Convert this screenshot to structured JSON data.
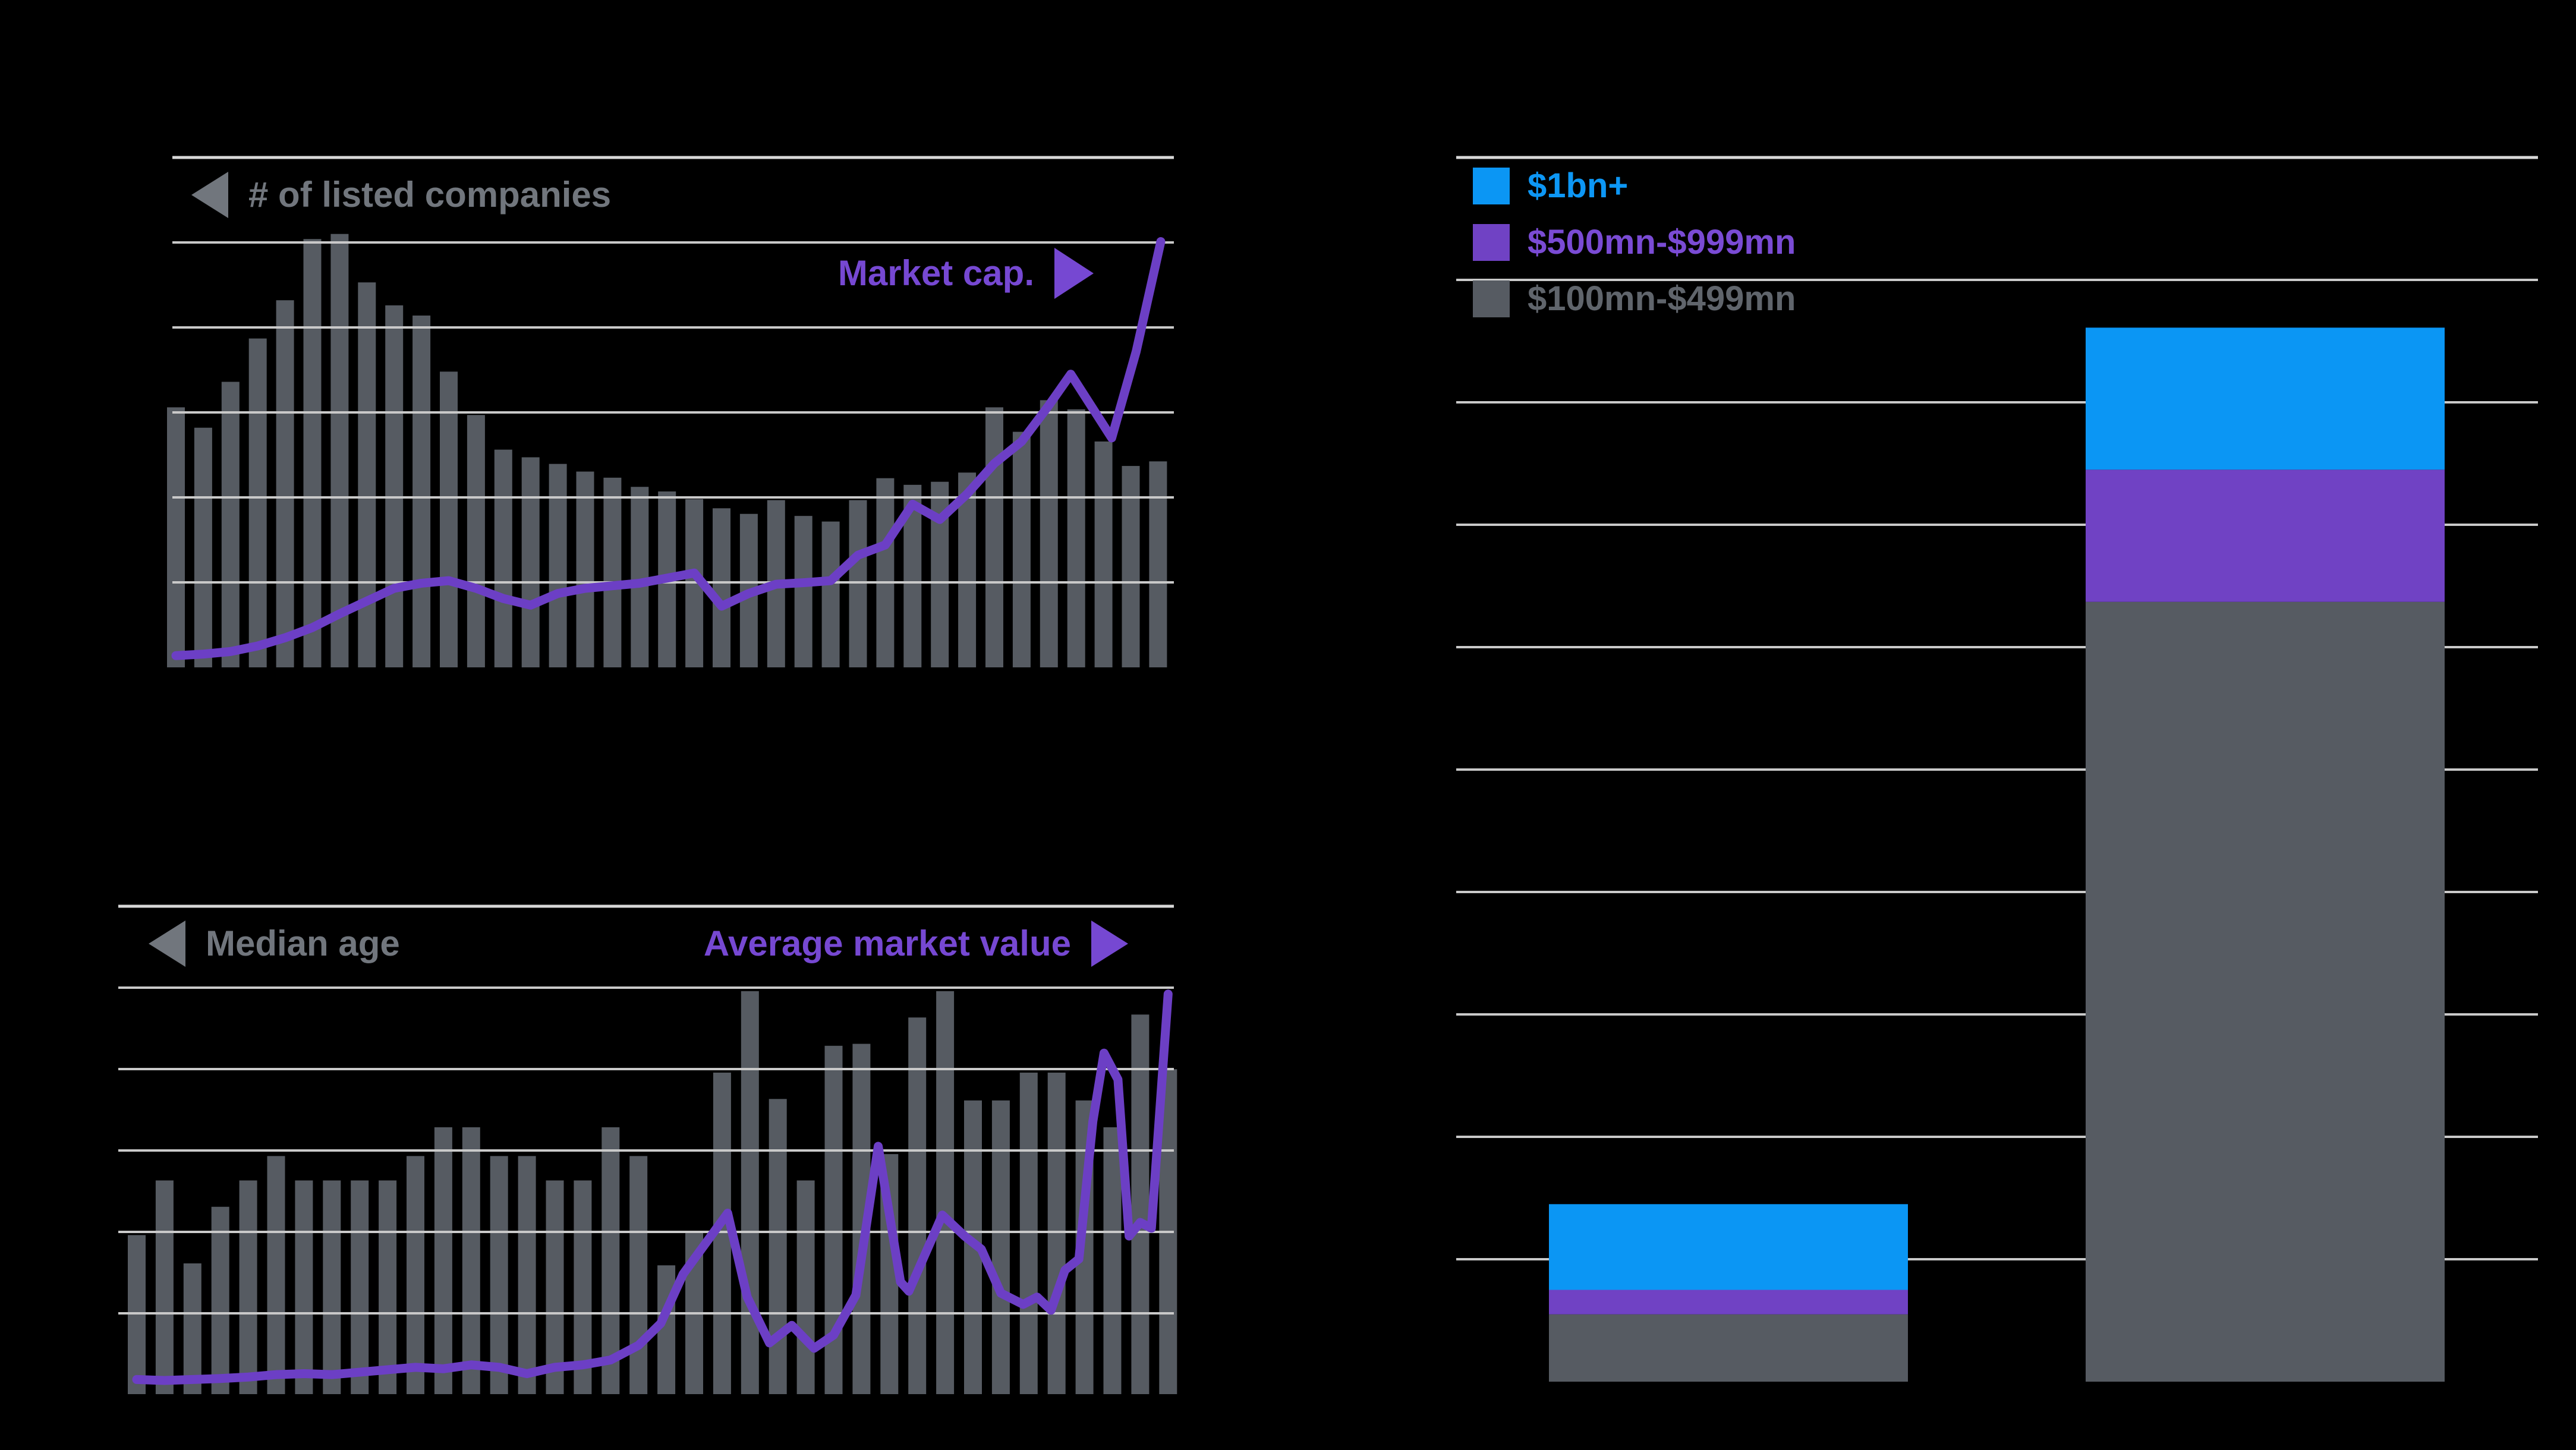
{
  "figure": {
    "background": "#000000",
    "description": "Dark financial chart panel with two bar-plus-line combo charts on the left and one stacked column chart on the right; no axis tick labels are visible in the image."
  },
  "colors": {
    "background": "#000000",
    "bar_gray": "#565b62",
    "line_purple": "#6c3fc5",
    "label_purple": "#7648d2",
    "label_gray": "#71767d",
    "gridline": "#c9c9c9",
    "gridline_top": "#d8d8d8",
    "blue": "#0b96f4",
    "segment_purple": "#7042c4"
  },
  "labels": {
    "top_bar_series": "# of listed companies",
    "top_line_series": "Market cap.",
    "bottom_bar_series": "Median age",
    "bottom_line_series": "Average market value"
  },
  "legend": {
    "items": [
      {
        "label": "$1bn+",
        "swatch_color": "#0b96f4",
        "text_color": "#0d97f5"
      },
      {
        "label": "$500mn-$999mn",
        "swatch_color": "#7042c4",
        "text_color": "#7a4bd4"
      },
      {
        "label": "$100mn-$499mn",
        "swatch_color": "#565b62",
        "text_color": "#60656c"
      }
    ]
  },
  "chart_data": [
    {
      "id": "listed-companies-vs-market-cap",
      "type": "bar",
      "subtype": "bar+line combo",
      "title": "",
      "x_axis": {
        "tick_labels_visible": false,
        "n_bars": 37
      },
      "y_axis": {
        "tick_labels_visible": false,
        "gridlines_visible": 6,
        "units": "percent of plot height (axis unlabeled in image)"
      },
      "bar_series": {
        "name": "# of listed companies",
        "color": "#565b62",
        "values_pct": [
          51,
          47,
          56,
          64.5,
          72,
          84,
          85,
          75.5,
          71,
          69,
          58,
          49.5,
          42.7,
          41.2,
          39.9,
          38.4,
          37.2,
          35.4,
          34.5,
          33,
          31.2,
          30.1,
          32.8,
          29.7,
          28.6,
          32.8,
          37.1,
          35.8,
          36.4,
          38.2,
          51,
          46.2,
          52.4,
          50.6,
          44.3,
          39.5,
          40.4
        ]
      },
      "line_series": {
        "name": "Market cap.",
        "color": "#6c3fc5",
        "points_bar_index_vs_pct": [
          [
            1,
            2.3
          ],
          [
            2,
            2.6
          ],
          [
            3,
            3.1
          ],
          [
            4,
            4.2
          ],
          [
            5,
            5.8
          ],
          [
            6,
            7.8
          ],
          [
            7,
            10.5
          ],
          [
            8,
            13
          ],
          [
            9,
            15.5
          ],
          [
            10,
            16.5
          ],
          [
            11,
            17
          ],
          [
            12,
            15.5
          ],
          [
            13,
            13.5
          ],
          [
            14,
            12.2
          ],
          [
            15,
            14.5
          ],
          [
            16,
            15.5
          ],
          [
            17,
            16
          ],
          [
            18,
            16.5
          ],
          [
            19,
            17.5
          ],
          [
            20,
            18.5
          ],
          [
            21,
            12
          ],
          [
            22,
            14.5
          ],
          [
            23,
            16.3
          ],
          [
            24,
            16.6
          ],
          [
            25,
            17
          ],
          [
            26,
            22
          ],
          [
            27,
            24
          ],
          [
            28,
            32
          ],
          [
            29,
            29
          ],
          [
            30,
            34
          ],
          [
            31,
            40
          ],
          [
            32,
            44.3
          ],
          [
            33,
            51.4
          ],
          [
            33.8,
            57.5
          ],
          [
            35.3,
            45
          ],
          [
            36.2,
            62
          ],
          [
            37.1,
            83.5
          ]
        ]
      }
    },
    {
      "id": "median-age-vs-average-market-value",
      "type": "bar",
      "subtype": "bar+line combo",
      "title": "",
      "x_axis": {
        "tick_labels_visible": false,
        "n_bars": 38
      },
      "y_axis": {
        "tick_labels_visible": false,
        "gridlines_visible": 6,
        "units": "percent of plot height (axis unlabeled in image)"
      },
      "bar_series": {
        "name": "Median age",
        "color": "#565b62",
        "values_pct": [
          32.6,
          43.8,
          26.8,
          38.4,
          43.8,
          48.8,
          43.8,
          43.8,
          43.8,
          43.8,
          48.8,
          54.7,
          54.7,
          48.8,
          48.8,
          43.8,
          43.8,
          54.7,
          48.8,
          26.4,
          33,
          65.9,
          82.6,
          60.5,
          43.8,
          71.4,
          71.8,
          49.2,
          77.2,
          82.6,
          60.2,
          60.2,
          65.9,
          65.9,
          60.2,
          54.7,
          77.8,
          66.6
        ]
      },
      "line_series": {
        "name": "Average market value",
        "color": "#6c3fc5",
        "points_bar_index_vs_pct": [
          [
            1,
            3
          ],
          [
            2,
            2.8
          ],
          [
            3,
            3
          ],
          [
            4,
            3.2
          ],
          [
            5,
            3.5
          ],
          [
            6,
            4
          ],
          [
            7,
            4.2
          ],
          [
            8,
            4
          ],
          [
            9,
            4.5
          ],
          [
            10,
            5
          ],
          [
            11,
            5.5
          ],
          [
            12,
            5.2
          ],
          [
            13,
            6
          ],
          [
            14,
            5.5
          ],
          [
            15,
            4.2
          ],
          [
            16,
            5.5
          ],
          [
            17,
            6
          ],
          [
            18,
            7
          ],
          [
            19,
            10
          ],
          [
            19.8,
            14.5
          ],
          [
            20.6,
            24.6
          ],
          [
            22.2,
            37.1
          ],
          [
            22.9,
            19.9
          ],
          [
            23.7,
            10.5
          ],
          [
            24.5,
            14.1
          ],
          [
            25.3,
            9.4
          ],
          [
            26,
            12.1
          ],
          [
            26.8,
            20.3
          ],
          [
            27.6,
            50.8
          ],
          [
            28.4,
            23
          ],
          [
            28.7,
            21.1
          ],
          [
            29.9,
            36.7
          ],
          [
            30.7,
            32.4
          ],
          [
            31.3,
            29.7
          ],
          [
            32,
            20.7
          ],
          [
            32.8,
            18.4
          ],
          [
            33.3,
            19.9
          ],
          [
            33.8,
            17.2
          ],
          [
            34.3,
            25.4
          ],
          [
            34.8,
            27.7
          ],
          [
            35.3,
            55.9
          ],
          [
            35.7,
            69.9
          ],
          [
            36.2,
            64.5
          ],
          [
            36.6,
            32.4
          ],
          [
            37,
            35.2
          ],
          [
            37.4,
            34
          ],
          [
            38,
            82
          ]
        ]
      }
    },
    {
      "id": "market-value-distribution-stacked",
      "type": "bar",
      "subtype": "stacked columns",
      "title": "",
      "categories": [
        "",
        ""
      ],
      "x_axis": {
        "tick_labels_visible": false,
        "n_bars": 2
      },
      "y_axis": {
        "tick_labels_visible": false,
        "gridlines_visible": 10,
        "units": "percent of plot height (axis unlabeled in image)"
      },
      "series": [
        {
          "name": "$100mn-$499mn",
          "color": "#565b62",
          "values_pct": [
            5.5,
            63.7
          ]
        },
        {
          "name": "$500mn-$999mn",
          "color": "#7042c4",
          "values_pct": [
            2.0,
            10.8
          ]
        },
        {
          "name": "$1bn+",
          "color": "#0b96f4",
          "values_pct": [
            7.0,
            11.6
          ]
        }
      ],
      "stack_totals_pct": [
        14.5,
        86.1
      ],
      "legend_position": "top-left"
    }
  ]
}
